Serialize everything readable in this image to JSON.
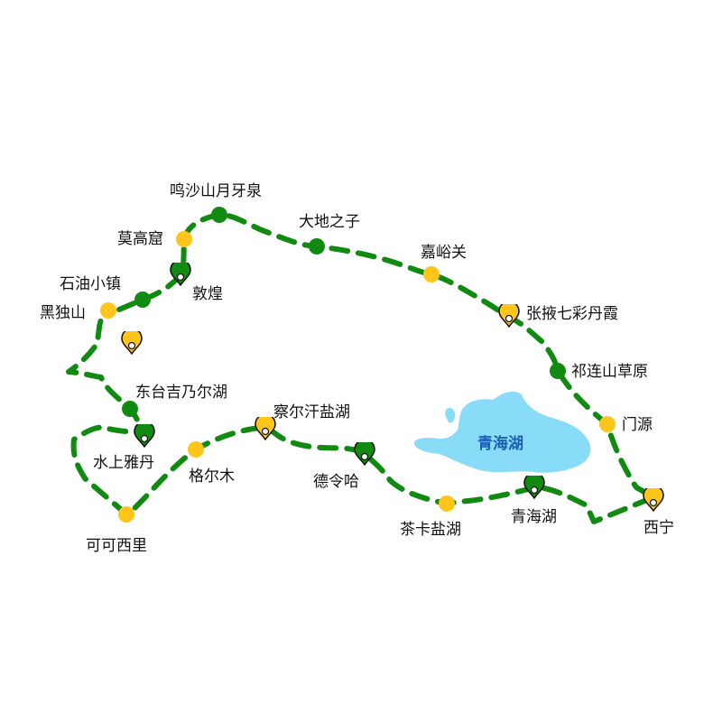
{
  "lake": {
    "name": "青海湖",
    "color": "#88dcf8",
    "label_color": "#1a5fb4"
  },
  "colors": {
    "route": "#118a11",
    "green_marker": "#118a11",
    "yellow_marker": "#ffc51a"
  },
  "places": {
    "mingsha": "鸣沙山月牙泉",
    "dadi": "大地之子",
    "jiayuguan": "嘉峪关",
    "mogao": "莫高窟",
    "dunhuang": "敦煌",
    "shiyou": "石油小镇",
    "heidu": "黑独山",
    "zhangye": "张掖七彩丹霞",
    "qilian": "祁连山草原",
    "menyuan": "门源",
    "donggai": "东台吉乃尔湖",
    "chaerhan": "察尔汗盐湖",
    "shuishang": "水上雅丹",
    "geermu": "格尔木",
    "delingha": "德令哈",
    "keke": "可可西里",
    "chaka": "茶卡盐湖",
    "qinghaihu": "青海湖",
    "xining": "西宁"
  },
  "marker_types": {
    "mingsha": "green-dot",
    "dadi": "green-dot",
    "jiayuguan": "yellow-dot",
    "mogao": "yellow-dot",
    "dunhuang": "green-pin",
    "shiyou": "green-dot",
    "heidu": "yellow-dot",
    "unlabeled": "yellow-pin",
    "zhangye": "yellow-pin",
    "qilian": "green-dot",
    "menyuan": "yellow-dot",
    "donggai": "green-dot",
    "chaerhan": "yellow-pin",
    "shuishang": "green-pin",
    "geermu": "yellow-dot",
    "delingha": "green-pin",
    "keke": "yellow-dot",
    "chaka": "yellow-dot",
    "qinghaihu": "green-pin",
    "xining": "yellow-pin"
  },
  "icons": {
    "green_dot": "circle-icon",
    "yellow_dot": "circle-icon",
    "pin": "map-pin-icon"
  }
}
